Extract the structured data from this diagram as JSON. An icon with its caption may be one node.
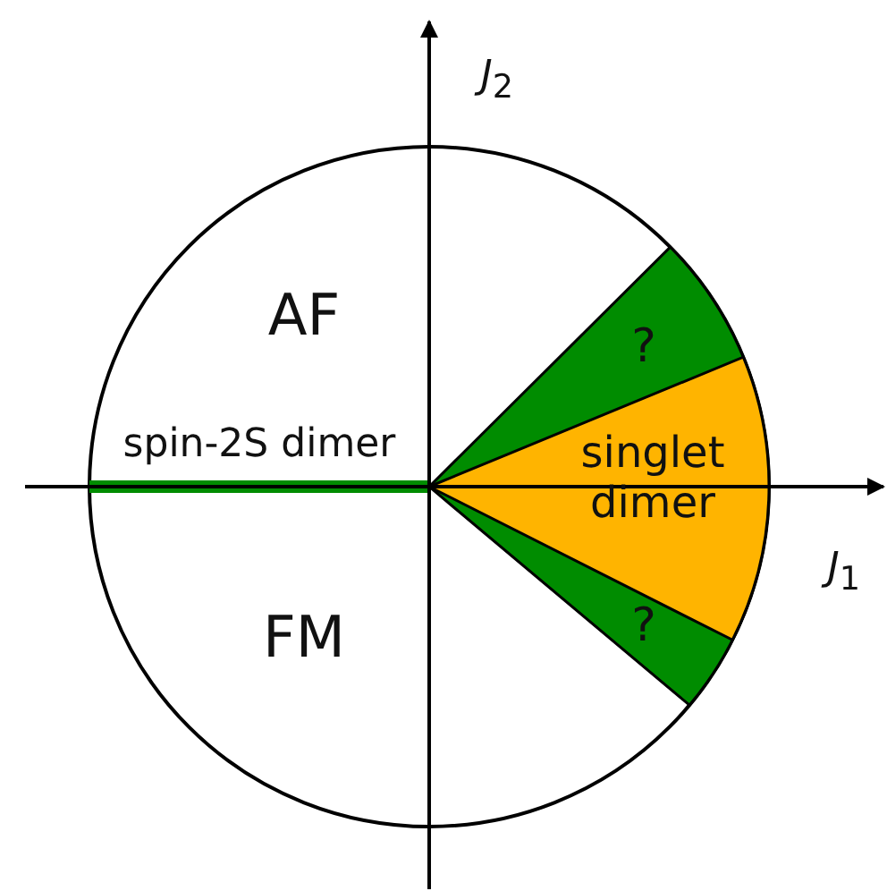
{
  "diagram": {
    "labels": [
      "*J*$_{2}$",
      "AF",
      "?",
      "spin-2S dimer",
      "singlet dimer",
      "*J*$_{1}$",
      "?",
      "FM"
    ]
  }
}
